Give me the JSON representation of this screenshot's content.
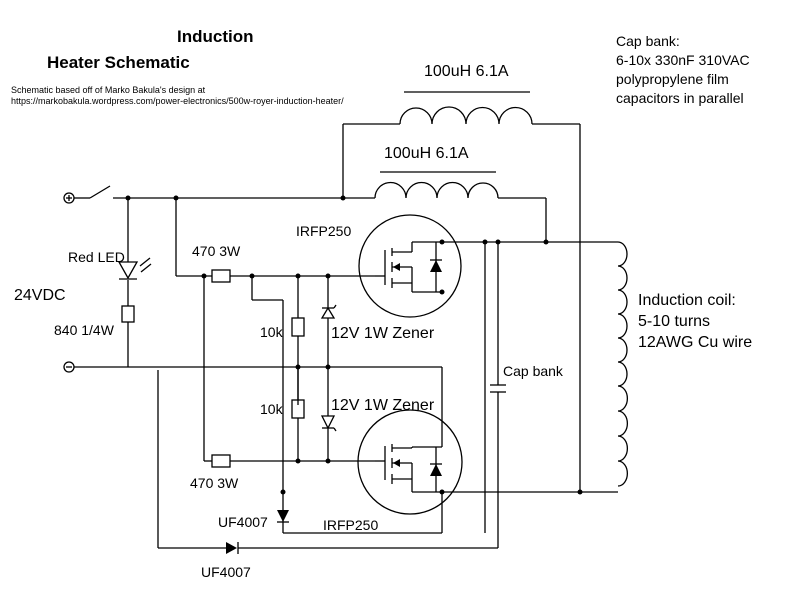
{
  "title": {
    "line1": "Induction",
    "line2": "Heater Schematic"
  },
  "attribution": {
    "line1": "Schematic based off of Marko Bakula's design at",
    "line2": "https://markobakula.wordpress.com/power-electronics/500w-royer-induction-heater/"
  },
  "cap_bank_note": {
    "line1": "Cap bank:",
    "line2": "6-10x 330nF 310VAC",
    "line3": "polypropylene film",
    "line4": "capacitors in parallel"
  },
  "coil_note": {
    "line1": "Induction coil:",
    "line2": "5-10 turns",
    "line3": "12AWG Cu wire"
  },
  "components": {
    "inductor_top": "100uH 6.1A",
    "inductor_bottom": "100uH 6.1A",
    "led": "Red LED",
    "led_resistor": "840 1/4W",
    "supply": "24VDC",
    "gate_resistor_top": "470 3W",
    "gate_resistor_bottom": "470 3W",
    "pulldown_top": "10k",
    "pulldown_bottom": "10k",
    "zener_top": "12V 1W Zener",
    "zener_bottom": "12V 1W Zener",
    "mosfet_top": "IRFP250",
    "mosfet_bottom": "IRFP250",
    "capacitor": "Cap bank",
    "diode_a": "UF4007",
    "diode_b": "UF4007"
  },
  "terminals": {
    "positive": "+",
    "negative": "−"
  }
}
